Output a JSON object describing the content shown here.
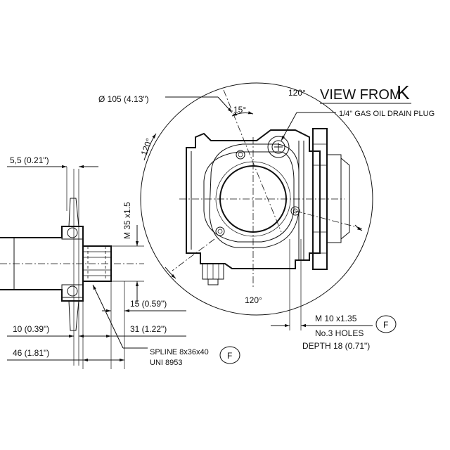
{
  "view_title": {
    "prefix": "VIEW FROM",
    "letter": "K"
  },
  "angles": {
    "top_right": "120°",
    "left": "120°",
    "bottom": "120°",
    "offset": "15°"
  },
  "diameter": "Ø 105 (4.13\")",
  "drain_plug": "1/4\" GAS OIL DRAIN PLUG",
  "left_view": {
    "offset": "5,5 (0.21\")",
    "thread": "M 35 x1.5",
    "dim_15": "15 (0.59\")",
    "dim_10": "10 (0.39\")",
    "dim_31": "31 (1.22\")",
    "dim_46": "46 (1.81\")",
    "spline_line1": "SPLINE 8x36x40",
    "spline_line2": "UNI 8953",
    "spline_badge": "F"
  },
  "holes": {
    "thread": "M 10 x1.35",
    "count": "No.3 HOLES",
    "depth": "DEPTH 18 (0.71\")",
    "badge": "F"
  }
}
